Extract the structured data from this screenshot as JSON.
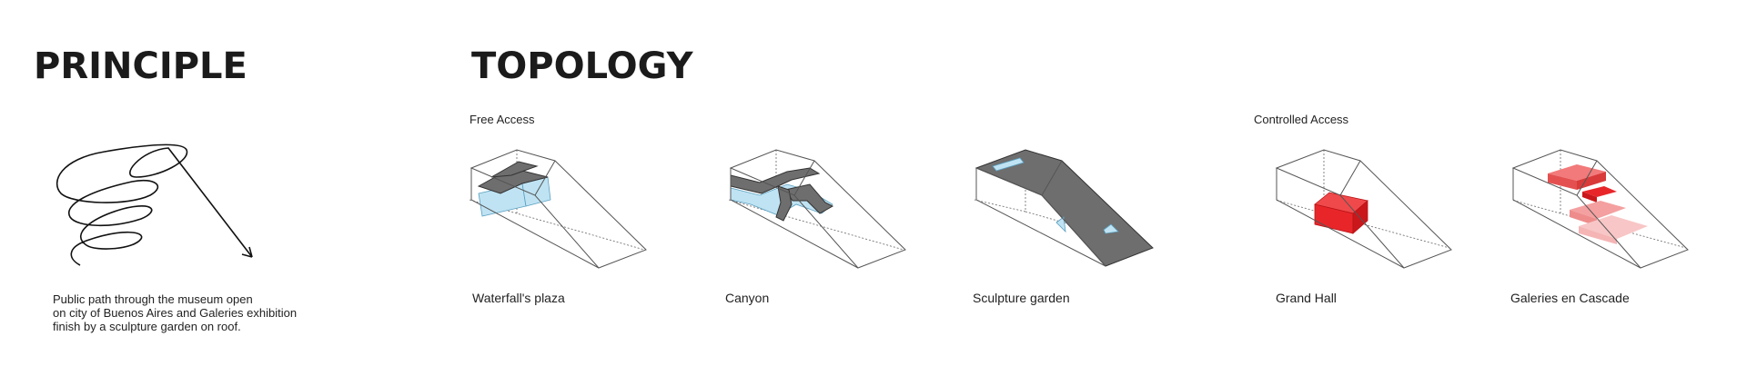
{
  "principle": {
    "title": "PRINCIPLE",
    "description": [
      "Public path through the museum open",
      "on city of Buenos Aires and Galeries exhibition",
      "finish by a sculpture garden on roof."
    ]
  },
  "topology": {
    "title": "TOPOLOGY",
    "free_access_label": "Free Access",
    "controlled_access_label": "Controlled Access",
    "items": [
      {
        "label": "Waterfall's plaza"
      },
      {
        "label": "Canyon"
      },
      {
        "label": "Sculpture garden"
      },
      {
        "label": "Grand Hall"
      },
      {
        "label": "Galeries en Cascade"
      }
    ]
  },
  "colors": {
    "volume_gray": "#6e6e6e",
    "water_blue": "#bfe3f3",
    "hall_red": "#e8262a",
    "gallery_pink": "#f07b7b"
  }
}
